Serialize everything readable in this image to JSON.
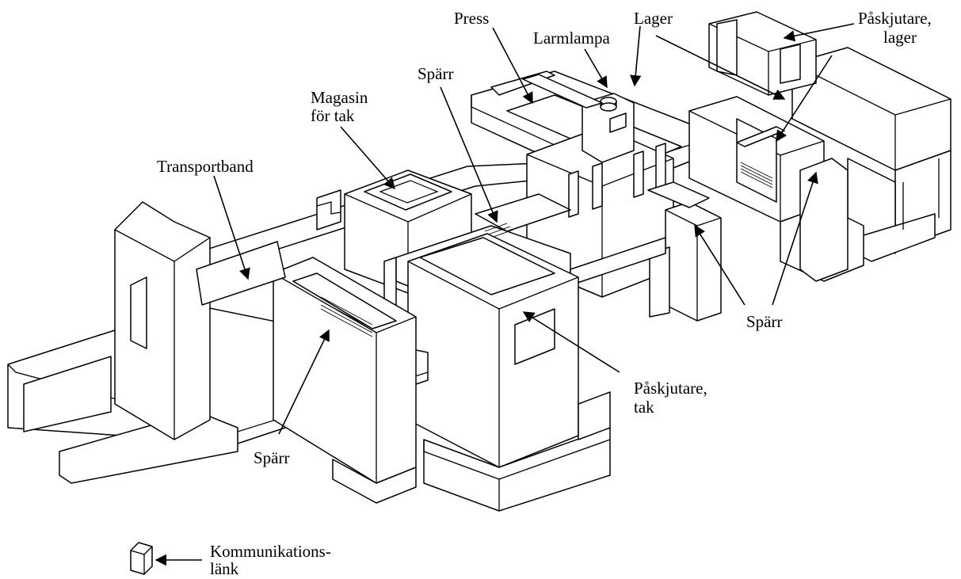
{
  "labels": {
    "press": "Press",
    "larmlampa": "Larmlampa",
    "lager": "Lager",
    "paskjutare_lager_1": "Påskjutare,",
    "paskjutare_lager_2": "lager",
    "sparr_top": "Spärr",
    "magasin_1": "Magasin",
    "magasin_2": "för tak",
    "transportband": "Transportband",
    "sparr_right": "Spärr",
    "paskjutare_tak_1": "Påskjutare,",
    "paskjutare_tak_2": "tak",
    "sparr_bottom": "Spärr",
    "komm_1": "Kommunikations-",
    "komm_2": "länk"
  },
  "colors": {
    "line": "#000000",
    "fill": "#ffffff"
  }
}
